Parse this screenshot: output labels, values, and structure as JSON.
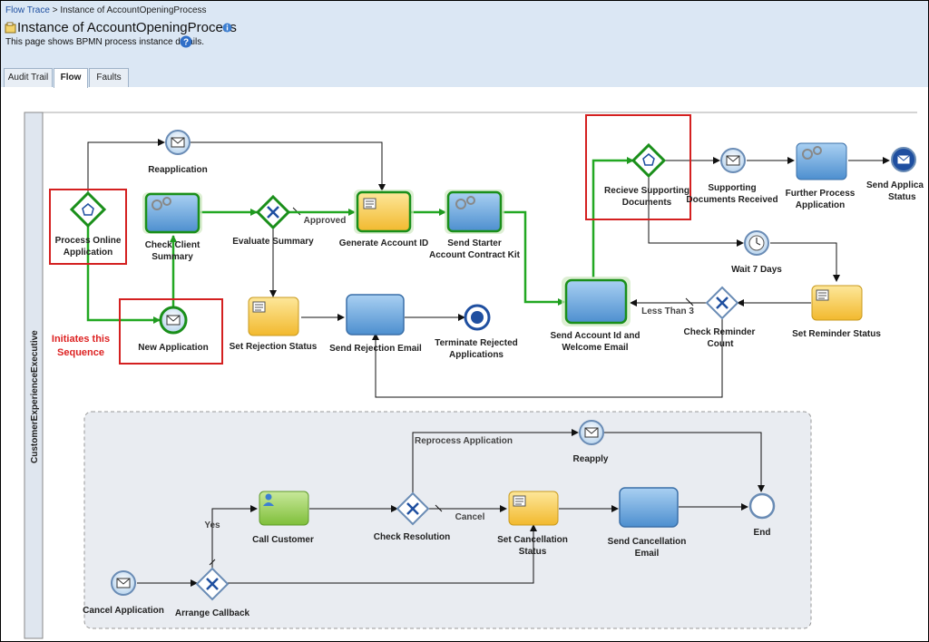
{
  "breadcrumb": {
    "link": "Flow Trace",
    "separator": ">",
    "current": "Instance of AccountOpeningProcess"
  },
  "page": {
    "title": "Instance of AccountOpeningProcess",
    "description": "This page shows BPMN process instance details."
  },
  "tabs": [
    {
      "label": "Audit Trail",
      "active": false
    },
    {
      "label": "Flow",
      "active": true
    },
    {
      "label": "Faults",
      "active": false
    }
  ],
  "lane": {
    "label": "CustomerExperienceExecutive"
  },
  "nodes": {
    "reapplication": "Reapplication",
    "process_online": [
      "Process Online",
      "Application"
    ],
    "check_client": [
      "Check Client",
      "Summary"
    ],
    "evaluate_summary": "Evaluate Summary",
    "generate_account": "Generate Account ID",
    "send_starter": [
      "Send Starter",
      "Account Contract Kit"
    ],
    "new_application": "New Application",
    "set_rejection": "Set Rejection Status",
    "send_rejection": "Send Rejection Email",
    "terminate_rejected": [
      "Terminate Rejected",
      "Applications"
    ],
    "send_account_id": [
      "Send Account Id and",
      "Welcome Email"
    ],
    "receive_supporting": [
      "Recieve Supporting",
      "Documents"
    ],
    "supporting_received": [
      "Supporting",
      "Documents Received"
    ],
    "further_process": [
      "Further Process",
      "Application"
    ],
    "send_applica": [
      "Send Applica",
      "Status"
    ],
    "wait_7_days": "Wait 7 Days",
    "check_reminder": [
      "Check Reminder",
      "Count"
    ],
    "set_reminder": "Set Reminder Status",
    "call_customer": "Call Customer",
    "check_resolution": "Check Resolution",
    "set_cancellation": [
      "Set Cancellation",
      "Status"
    ],
    "send_cancellation": [
      "Send Cancellation",
      "Email"
    ],
    "end": "End",
    "reapply": "Reapply",
    "cancel_application": "Cancel Application",
    "arrange_callback": "Arrange Callback"
  },
  "flow_labels": {
    "approved": "Approved",
    "less_than_3": "Less Than 3",
    "reprocess": "Reprocess Application",
    "cancel": "Cancel",
    "yes": "Yes"
  },
  "annotation": [
    "Initiates this",
    "Sequence"
  ],
  "colors": {
    "header_bg": "#dbe7f4",
    "active_path": "#22a822",
    "highlight_box": "#d42020",
    "task_blue": "#5b9bd5",
    "task_yellow": "#f7c948",
    "task_green": "#8cc63f"
  }
}
